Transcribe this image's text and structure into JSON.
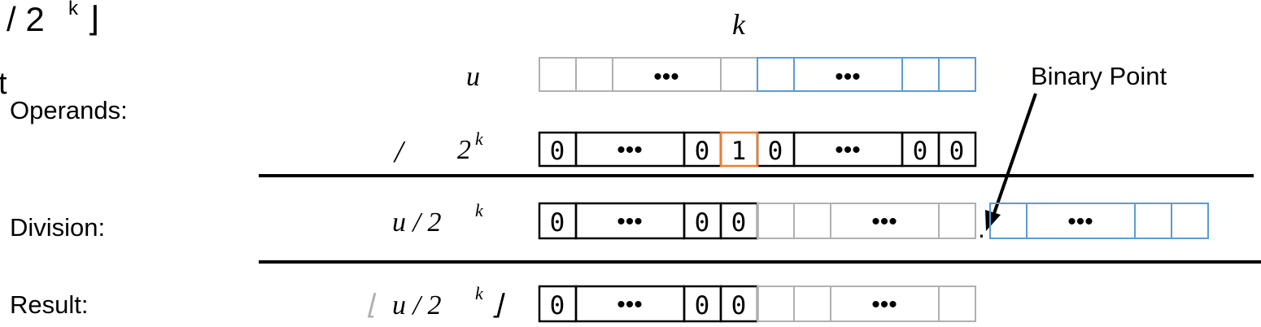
{
  "fragments": {
    "top_left_formula": "/ 2",
    "top_left_exp": "k",
    "top_left_bracket": "⌋",
    "cut_text": "t"
  },
  "labels": {
    "operands": "Operands:",
    "division": "Division:",
    "result": "Result:",
    "binary_point": "Binary Point"
  },
  "math": {
    "k": "k",
    "u": "u",
    "slash": "/",
    "two": "2",
    "exp": "k",
    "u_div": "u / 2",
    "floor_open": "⌊",
    "floor_close": "⌋"
  },
  "cells": {
    "u_row": [
      "",
      "",
      "•••",
      "",
      "",
      "•••",
      "",
      ""
    ],
    "divisor_row": [
      "0",
      "•••",
      "0",
      "1",
      "0",
      "•••",
      "0",
      "0"
    ],
    "division_int": [
      "0",
      "•••",
      "0",
      "0",
      "",
      "",
      "•••",
      ""
    ],
    "binary_dot": ".",
    "division_frac": [
      "",
      "•••",
      "",
      ""
    ],
    "result_row": [
      "0",
      "•••",
      "0",
      "0",
      "",
      "",
      "•••",
      ""
    ]
  },
  "colors": {
    "gray": "#b0b0b0",
    "blue": "#5b9bd5",
    "orange": "#ed7d31",
    "black": "#000000"
  }
}
